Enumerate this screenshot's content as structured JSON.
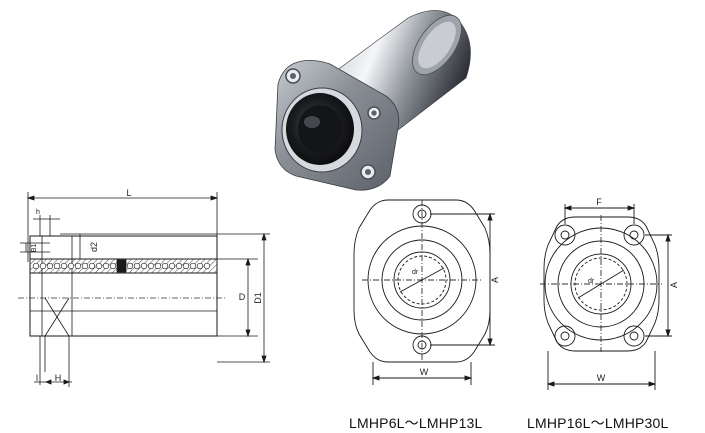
{
  "side_view": {
    "labels": {
      "L": "L",
      "h": "h",
      "B1": "B1",
      "d2": "d2",
      "D": "D",
      "D1": "D1",
      "l": "l",
      "H": "H"
    }
  },
  "front_view_2hole": {
    "labels": {
      "dr": "dr",
      "A": "A",
      "W": "W"
    },
    "caption": "LMHP6L～LMHP13L"
  },
  "front_view_4hole": {
    "labels": {
      "dr": "dr",
      "F": "F",
      "A": "A",
      "W": "W"
    },
    "caption": "LMHP16L～LMHP30L"
  },
  "colors": {
    "line": "#1a1a1a",
    "dash": "#333333",
    "metal_dark": "#4a4e55",
    "metal_light": "#e8ebef"
  }
}
